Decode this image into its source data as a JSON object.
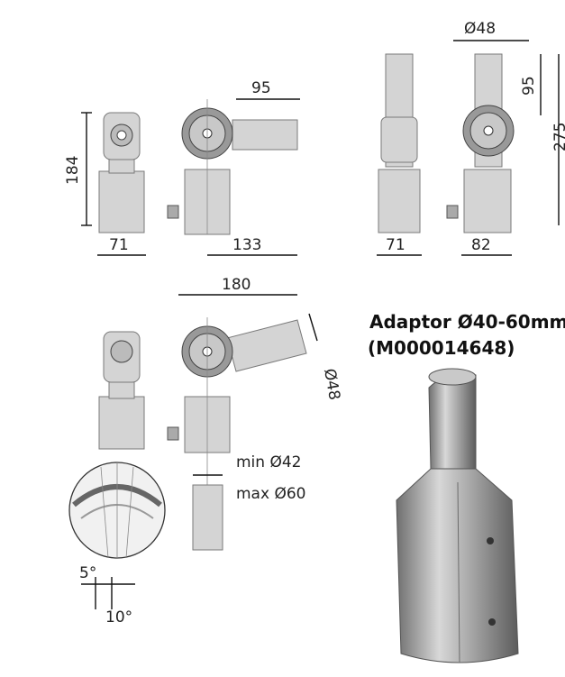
{
  "dimensions": {
    "front_height": "184",
    "front_width": "71",
    "side_arm": "95",
    "side_width": "133",
    "rear_diameter": "Ø48",
    "rear_arm": "95",
    "rear_height": "275",
    "rear_front_width": "71",
    "rear_side_width": "82",
    "tilted_width": "180",
    "tilted_diameter": "Ø48",
    "tilt_step": "5°",
    "tilt_step_total": "10°"
  },
  "pole_range": {
    "min": "min  Ø42",
    "max": "max Ø60"
  },
  "adaptor": {
    "title": "Adaptor Ø40-60mm",
    "code": "(M000014648)"
  }
}
